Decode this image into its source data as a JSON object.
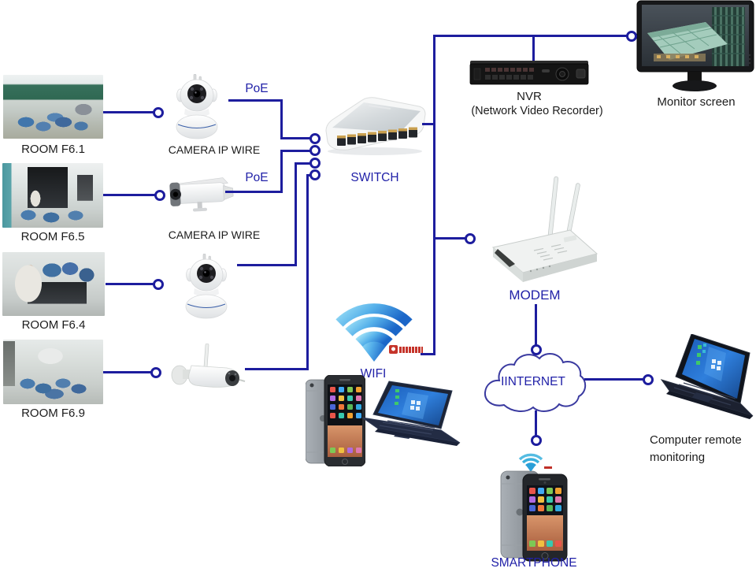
{
  "diagram": "IP camera surveillance network",
  "colors": {
    "connector": "#1d1d9e",
    "blue_label": "#2121a8",
    "dark_label": "#1c1c1c"
  },
  "nodes": {
    "room_f61": {
      "label": "ROOM F6.1"
    },
    "room_f65": {
      "label": "ROOM F6.5"
    },
    "room_f64": {
      "label": "ROOM F6.4"
    },
    "room_f69": {
      "label": "ROOM F6.9"
    },
    "camera_wire_1": {
      "label": "CAMERA IP WIRE"
    },
    "camera_wire_2": {
      "label": "CAMERA IP WIRE"
    },
    "poe_1": {
      "label": "PoE"
    },
    "poe_2": {
      "label": "PoE"
    },
    "switch": {
      "label": "SWITCH"
    },
    "nvr": {
      "label": "NVR",
      "sublabel": "(Network Video Recorder)"
    },
    "monitor": {
      "label": "Monitor screen"
    },
    "modem": {
      "label": "MODEM"
    },
    "wifi": {
      "label": "WIFI"
    },
    "internet": {
      "label": "IINTERNET"
    },
    "remote_computer": {
      "label_line1": "Computer remote",
      "label_line2": "monitoring"
    },
    "smartphone": {
      "label": "SMARTPHONE"
    }
  },
  "edges": [
    {
      "from": "room_f61",
      "to": "camera_ptz_1"
    },
    {
      "from": "room_f65",
      "to": "camera_bullet_1"
    },
    {
      "from": "room_f64",
      "to": "camera_ptz_2"
    },
    {
      "from": "room_f69",
      "to": "camera_bullet_wifi"
    },
    {
      "from": "camera_ptz_1",
      "to": "switch",
      "note": "PoE"
    },
    {
      "from": "camera_bullet_1",
      "to": "switch",
      "note": "PoE"
    },
    {
      "from": "camera_ptz_2",
      "to": "switch"
    },
    {
      "from": "camera_bullet_wifi",
      "to": "switch"
    },
    {
      "from": "switch",
      "to": "nvr"
    },
    {
      "from": "switch",
      "to": "monitor"
    },
    {
      "from": "switch",
      "to": "modem"
    },
    {
      "from": "switch",
      "to": "wifi"
    },
    {
      "from": "modem",
      "to": "internet"
    },
    {
      "from": "internet",
      "to": "remote_computer"
    },
    {
      "from": "internet",
      "to": "smartphone"
    }
  ]
}
